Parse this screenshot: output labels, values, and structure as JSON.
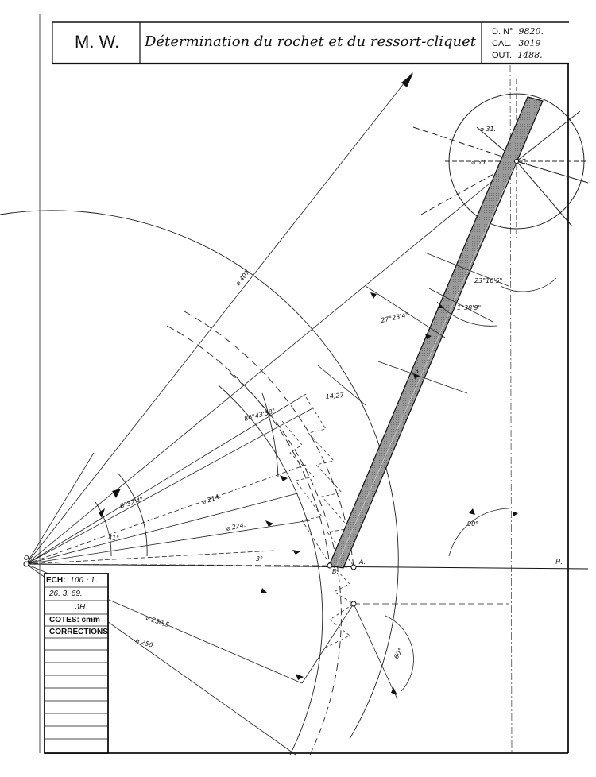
{
  "title_block": {
    "company": "M. W.",
    "title": "Détermination du rochet et du ressort-cliquet",
    "drawing_no_label": "D. N°",
    "drawing_no_value": "9820.",
    "cal_label": "CAL.",
    "cal_value": "3019",
    "out_label": "OUT.",
    "out_value": "1488."
  },
  "info_box": {
    "scale_label": "ECH:",
    "scale_value": "100 : 1.",
    "date": "26. 3. 69.",
    "initials": "JH.",
    "units": "COTES: cmm",
    "corrections": "CORRECTIONS"
  },
  "dimensions": {
    "d407": "⌀ 407.",
    "d214": "⌀ 214.",
    "d224": "⌀ 224.",
    "d2305": "⌀ 230,5",
    "d250": "⌀ 250.",
    "d31": "⌀ 31.",
    "d50": "⌀ 50.",
    "t1427": "14,27",
    "s5": "5.",
    "ang_86": "86°43'38\"",
    "ang_6": "6°32'4\"",
    "ang_41": "41°",
    "ang_3": "3°",
    "ang_27": "27°23'4\"",
    "ang_23": "23°16'5\"",
    "ang_1": "1°38'9\"",
    "ang_90": "90°",
    "ang_60": "60°",
    "axis_h": "+ H.",
    "pt_a": "A.",
    "pt_b": "B.",
    "pt_c": "C.",
    "pt_o": "O."
  }
}
